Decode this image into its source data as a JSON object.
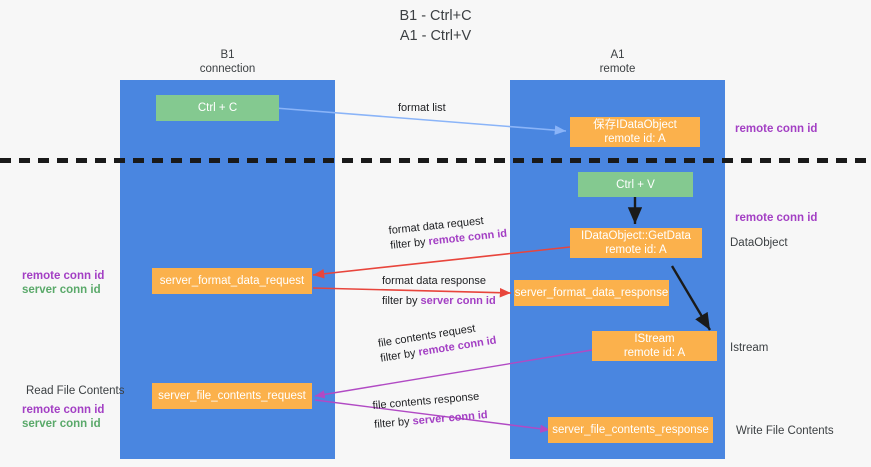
{
  "title": {
    "line1": "B1 - Ctrl+C",
    "line2": "A1 - Ctrl+V"
  },
  "columns": [
    {
      "name": "B1",
      "sub": "connection"
    },
    {
      "name": "A1",
      "sub": "remote"
    }
  ],
  "nodes": {
    "ctrl_c": {
      "label": "Ctrl + C"
    },
    "save_idataobject": {
      "line1": "保存IDataObject",
      "line2": "remote id: A"
    },
    "ctrl_v": {
      "label": "Ctrl + V"
    },
    "idataobject_getdata": {
      "line1": "IDataObject::GetData",
      "line2": "remote id: A"
    },
    "server_format_data_request": {
      "label": "server_format_data_request"
    },
    "server_format_data_response": {
      "label": "server_format_data_response"
    },
    "istream": {
      "line1": "IStream",
      "line2": "remote id: A"
    },
    "server_file_contents_request": {
      "label": "server_file_contents_request"
    },
    "server_file_contents_response": {
      "label": "server_file_contents_response"
    }
  },
  "edge_labels": {
    "format_list": "format list",
    "format_data_request": "format data request",
    "format_data_request_filter_prefix": "filter by ",
    "format_data_request_filter_key": "remote conn id",
    "format_data_response": "format data response",
    "format_data_response_filter_prefix": "filter by ",
    "format_data_response_filter_key": "server conn id",
    "file_contents_request": "file contents request",
    "file_contents_request_filter_prefix": "filter by ",
    "file_contents_request_filter_key": "remote conn id",
    "file_contents_response": "file contents response",
    "file_contents_response_filter_prefix": "filter by ",
    "file_contents_response_filter_key": "server conn id"
  },
  "annotations": {
    "right_remote_conn_id_top": "remote conn id",
    "right_remote_conn_id_mid": "remote conn id",
    "right_dataobject": "DataObject",
    "right_istream": "Istream",
    "right_write_file_contents": "Write File Contents",
    "left_remote_conn_id": "remote conn id",
    "left_server_conn_id": "server conn id",
    "left_read_file_contents": "Read File Contents",
    "left_remote_conn_id_2": "remote conn id",
    "left_server_conn_id_2": "server conn id"
  },
  "colors": {
    "lane": "#4a86e0",
    "green_node": "#84c990",
    "orange_node": "#fbb14c",
    "purple_key": "#a33fc4",
    "green_key": "#5aa96a",
    "red_arrow": "#e8453c",
    "blue_arrow": "#8ab4f8",
    "magenta_arrow": "#b14ac4",
    "black_arrow": "#1a1a1a",
    "background": "#f7f7f7"
  }
}
